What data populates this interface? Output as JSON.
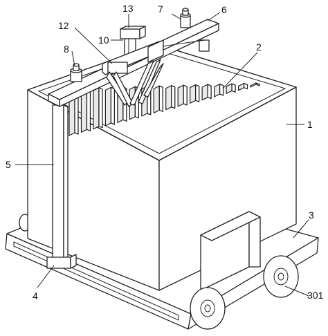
{
  "callouts": {
    "c1": "1",
    "c2": "2",
    "c3": "3",
    "c301": "301",
    "c4": "4",
    "c5": "5",
    "c6": "6",
    "c7": "7",
    "c8": "8",
    "c10": "10",
    "c12": "12",
    "c13": "13"
  }
}
